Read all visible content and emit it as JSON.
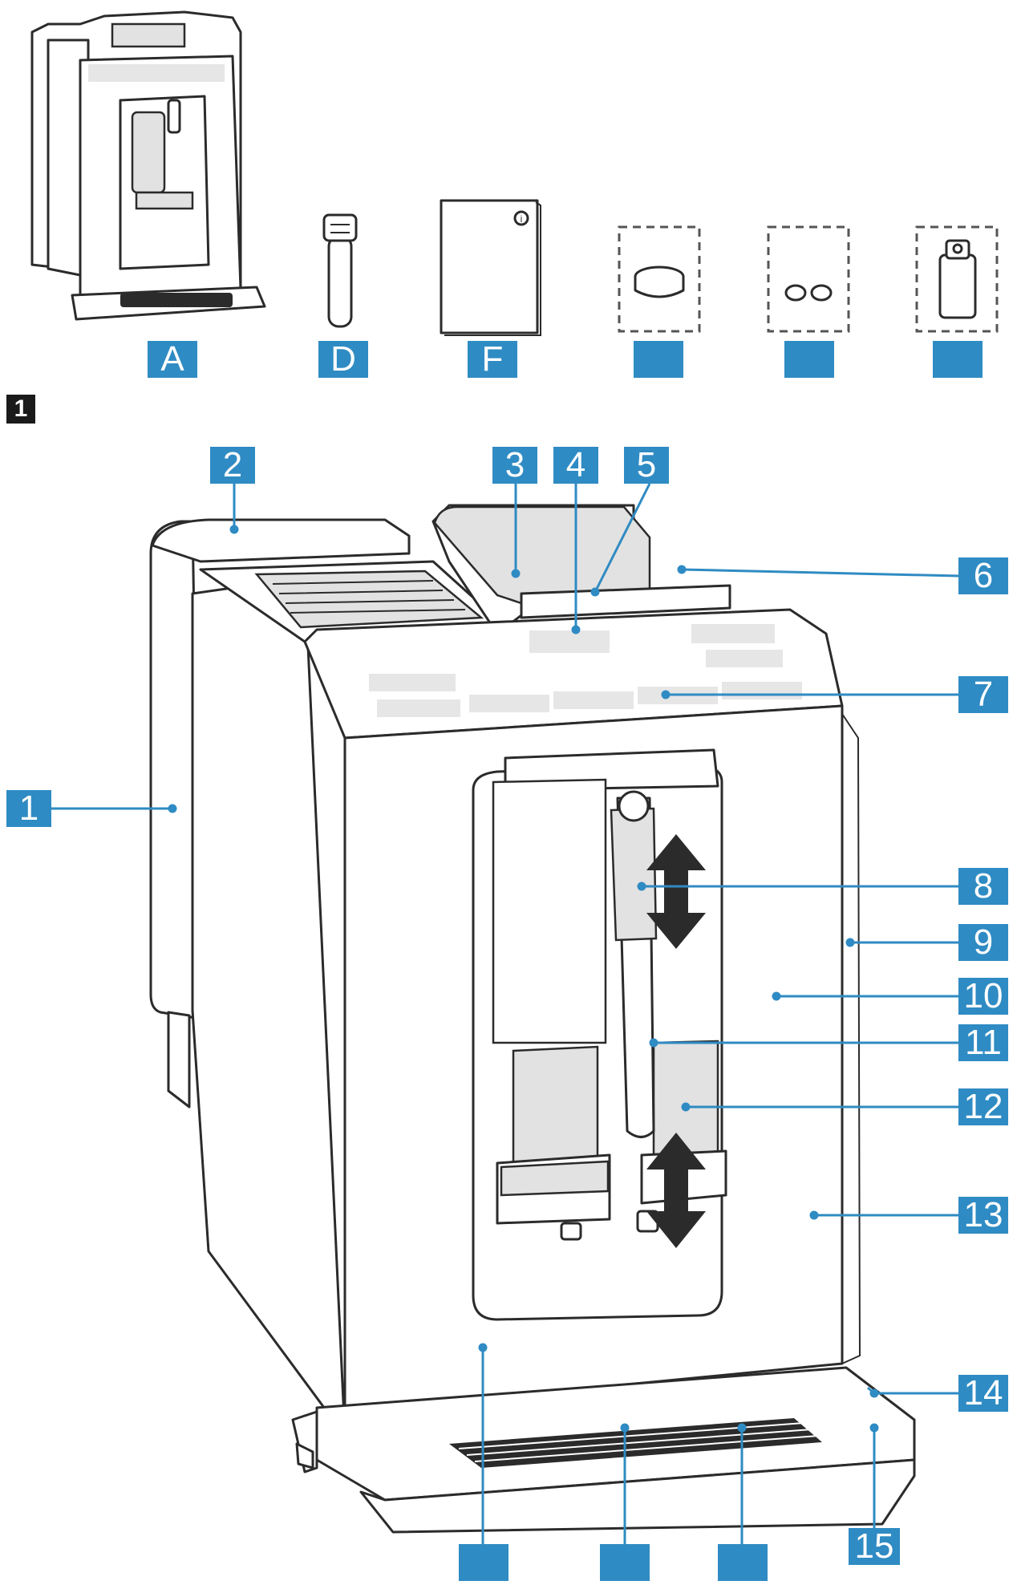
{
  "figure_tag": "1",
  "accessory_labels": [
    "A",
    "D",
    "F",
    "",
    "",
    ""
  ],
  "callouts": [
    "1",
    "2",
    "3",
    "4",
    "5",
    "6",
    "7",
    "8",
    "9",
    "10",
    "11",
    "12",
    "13",
    "14",
    "15"
  ],
  "bottom_labels": [
    "",
    "",
    ""
  ],
  "colors": {
    "label_fill": "#2f8bc3",
    "label_text": "#ffffff",
    "outline": "#2b2b2b",
    "panel_gray": "#dcdcdc",
    "leader": "#2f8bc3"
  }
}
